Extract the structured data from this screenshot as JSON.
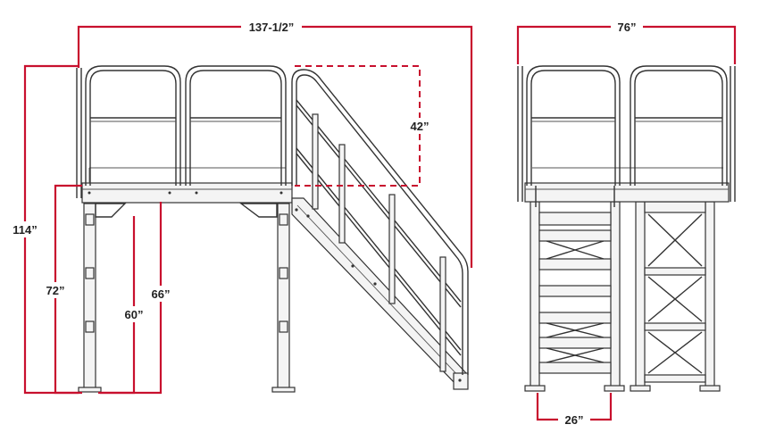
{
  "dimensions": {
    "overall_length": "137-1/2”",
    "overall_height": "114”",
    "platform_height": "72”",
    "leg_span": "60”",
    "deck_clearance": "66”",
    "handrail_height": "42”",
    "overall_width": "76”",
    "stair_width": "26”"
  },
  "colors": {
    "dimension_line": "#c8102e",
    "drawing_line": "#333333",
    "label_text": "#222222"
  }
}
